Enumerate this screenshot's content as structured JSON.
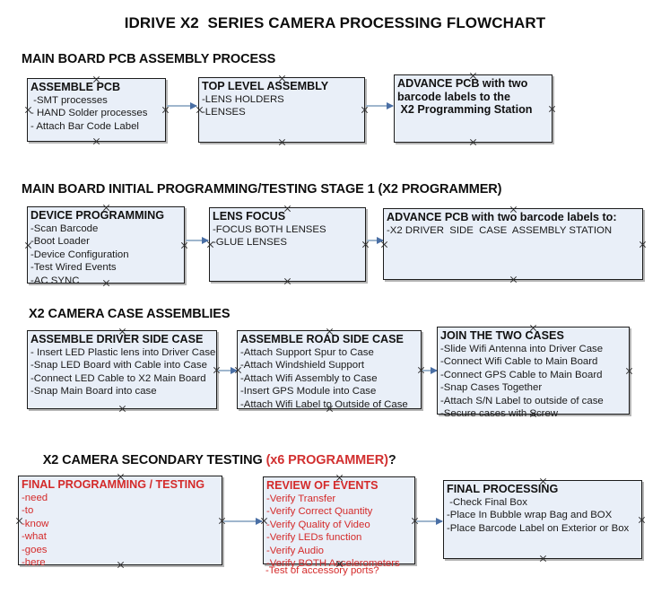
{
  "document": {
    "title": "IDRIVE X2  SERIES CAMERA PROCESSING FLOWCHART"
  },
  "sections": [
    {
      "id": "sec1",
      "heading": "MAIN BOARD PCB ASSEMBLY PROCESS"
    },
    {
      "id": "sec2",
      "heading": "MAIN BOARD INITIAL PROGRAMMING/TESTING STAGE 1 (X2 PROGRAMMER)"
    },
    {
      "id": "sec3",
      "heading": "X2 CAMERA CASE ASSEMBLIES"
    },
    {
      "id": "sec4",
      "heading": "X2 CAMERA SECONDARY TESTING ",
      "accent": "(x6 PROGRAMMER)",
      "accent_tail": "?"
    }
  ],
  "nodes": {
    "assemble_pcb": {
      "title": "ASSEMBLE PCB",
      "lines": [
        " -SMT processes",
        "- HAND Solder processes",
        "- Attach Bar Code Label"
      ]
    },
    "top_level_assembly": {
      "title": "TOP LEVEL ASSEMBLY",
      "lines": [
        "-LENS HOLDERS",
        "-LENSES"
      ]
    },
    "advance_pcb_1": {
      "title": "ADVANCE PCB with two",
      "lines": [
        "barcode labels to the",
        " X2 Programming Station"
      ]
    },
    "device_programming": {
      "title": "DEVICE PROGRAMMING",
      "lines": [
        "-Scan Barcode",
        "-Boot Loader",
        "-Device Configuration",
        "-Test Wired Events",
        "-AC SYNC"
      ]
    },
    "lens_focus": {
      "title": "LENS FOCUS",
      "lines": [
        "-FOCUS BOTH LENSES",
        "-GLUE LENSES"
      ]
    },
    "advance_pcb_2": {
      "title": "ADVANCE PCB with two barcode labels to:",
      "lines": [
        "-X2 DRIVER  SIDE  CASE  ASSEMBLY STATION"
      ]
    },
    "driver_side_case": {
      "title": "ASSEMBLE DRIVER SIDE CASE",
      "lines": [
        "- Insert LED Plastic lens into Driver Case",
        "-Snap LED Board with Cable into Case",
        "-Connect LED Cable to X2 Main Board",
        "-Snap Main Board into case"
      ]
    },
    "road_side_case": {
      "title": "ASSEMBLE ROAD SIDE CASE",
      "lines": [
        "-Attach Support Spur to Case",
        "-Attach Windshield Support",
        "-Attach Wifi Assembly to Case",
        "-Insert GPS Module into Case",
        "-Attach Wifi Label to Outside of Case"
      ]
    },
    "join_two_cases": {
      "title": "JOIN THE TWO CASES",
      "lines": [
        "-Slide Wifi Antenna into Driver Case",
        "-Connect Wifi Cable to Main Board",
        "-Connect GPS Cable to Main Board",
        "-Snap Cases Together",
        "-Attach S/N Label to outside of case",
        "-Secure cases with Screw"
      ]
    },
    "final_programming": {
      "title": "FINAL PROGRAMMING / TESTING",
      "lines": [
        "-need",
        "-to",
        "-know",
        "-what",
        "-goes",
        "-here"
      ]
    },
    "review_of_events": {
      "title": "REVIEW OF EVENTS",
      "lines": [
        "-Verify Transfer",
        "-Verify Correct Quantity",
        "-Verify Quality of Video",
        "-Verify LEDs function",
        "-Verify Audio",
        "-Verify BOTH Accelerometers"
      ],
      "overflow_line": "-Test of accessory ports?"
    },
    "final_processing": {
      "title": "FINAL PROCESSING",
      "lines": [
        " -Check Final Box",
        "-Place In Bubble wrap Bag and BOX",
        "-Place Barcode Label on Exterior or Box"
      ]
    }
  },
  "colors": {
    "node_fill": "#e9eff8",
    "node_border": "#1c1c1c",
    "accent_red": "#d42a2a",
    "connector": "#9fb6cd",
    "arrowhead": "#4a6fa5",
    "text": "#1a1a1a"
  }
}
